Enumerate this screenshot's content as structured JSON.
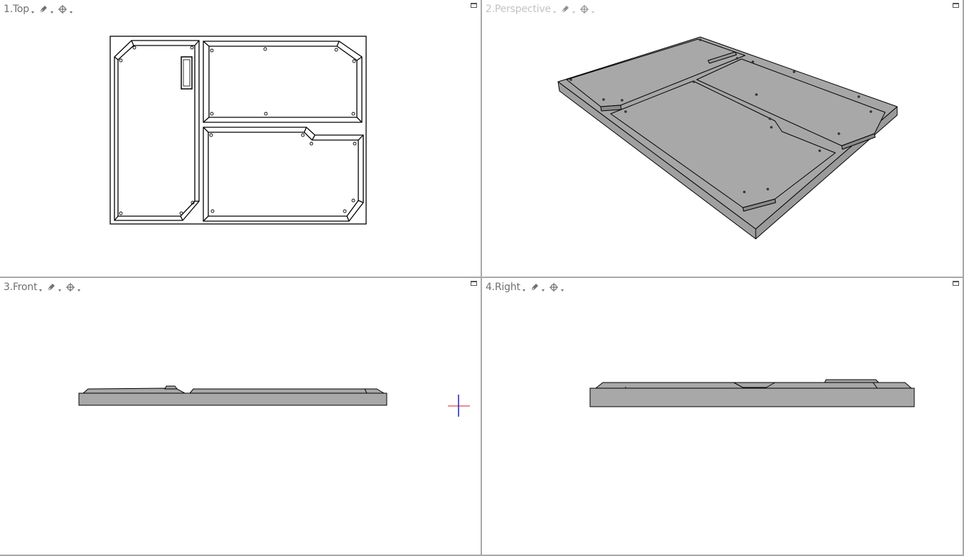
{
  "viewports": [
    {
      "id": 1,
      "label": "1.Top",
      "active": true
    },
    {
      "id": 2,
      "label": "2.Perspective",
      "active": false
    },
    {
      "id": 3,
      "label": "3.Front",
      "active": true
    },
    {
      "id": 4,
      "label": "4.Right",
      "active": true
    }
  ],
  "header_icons": {
    "display_mode": "pen-nib-icon",
    "snap": "crosshair-target-icon"
  },
  "colors": {
    "viewport_bg": "#ffffff",
    "header_text": "#707070",
    "header_text_inactive": "#c3c3c3",
    "divider": "#a8a8a8",
    "shaded_surface": "#a6a6a6",
    "edge": "#000000",
    "axis_x": "#d02020",
    "axis_y": "#2020c0"
  }
}
